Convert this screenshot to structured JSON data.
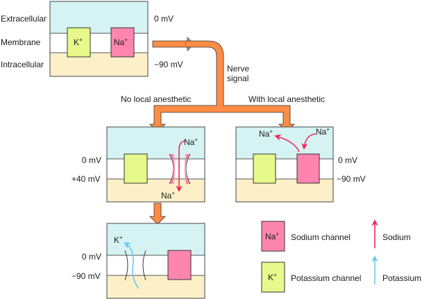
{
  "colors": {
    "extracellular": "#d6f3f4",
    "membrane": "#ffffff",
    "intracellular": "#fdf0c8",
    "potassium_channel": "#e6f98a",
    "sodium_channel": "#ff85ae",
    "nerve_arrow": "#ff8c45",
    "sodium_arrow": "#f0285c",
    "potassium_arrow": "#6cc6f2",
    "outline": "#333333"
  },
  "resting": {
    "labels": {
      "extracellular": "Extracellular",
      "membrane": "Membrane",
      "intracellular": "Intracellular"
    },
    "voltage_top": "0 mV",
    "voltage_bottom": "−90 mV",
    "k_channel": {
      "ion": "K",
      "charge": "+"
    },
    "na_channel": {
      "ion": "Na",
      "charge": "+"
    }
  },
  "nerve_signal": {
    "line1": "Nerve",
    "line2": "signal"
  },
  "branches": {
    "no_anesthetic": "No local anesthetic",
    "with_anesthetic": "With local anesthetic"
  },
  "depolarized": {
    "voltage_top": "0 mV",
    "voltage_bottom": "+40 mV",
    "ion_outside": {
      "ion": "Na",
      "charge": "+"
    },
    "ion_inside": {
      "ion": "Na",
      "charge": "+"
    }
  },
  "blocked": {
    "voltage_top": "0 mV",
    "voltage_bottom": "−90 mV",
    "ion_left": {
      "ion": "Na",
      "charge": "+"
    },
    "ion_right": {
      "ion": "Na",
      "charge": "+"
    }
  },
  "repolarized": {
    "voltage_top": "0 mV",
    "voltage_bottom": "−90 mV",
    "ion": {
      "ion": "K",
      "charge": "+"
    }
  },
  "legend": {
    "sodium_channel": {
      "ion": "Na",
      "charge": "+",
      "label": "Sodium channel"
    },
    "potassium_channel": {
      "ion": "K",
      "charge": "+",
      "label": "Potassium channel"
    },
    "sodium_arrow": "Sodium",
    "potassium_arrow": "Potassium"
  }
}
